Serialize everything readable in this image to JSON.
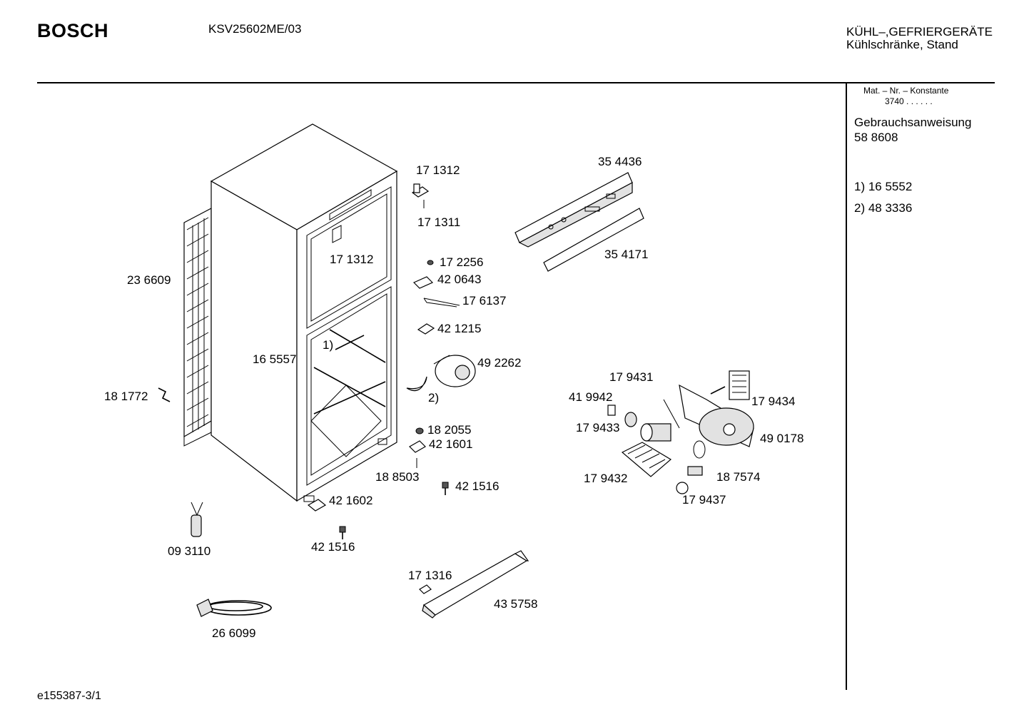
{
  "header": {
    "brand": "BOSCH",
    "model": "KSV25602ME/03",
    "category_line1": "KÜHL–,GEFRIERGERÄTE",
    "category_line2": "Kühlschränke, Stand"
  },
  "sidebar": {
    "mat_label": "Mat. – Nr. – Konstante",
    "mat_value": "3740 . .   . . . .",
    "manual_label": "Gebrauchsanweisung",
    "manual_number": "58 8608",
    "notes": [
      "1)  16 5552",
      "2)  48 3336"
    ]
  },
  "parts": [
    {
      "id": "p-171312-top",
      "label": "17 1312"
    },
    {
      "id": "p-171311",
      "label": "17 1311"
    },
    {
      "id": "p-171312-inner",
      "label": "17 1312"
    },
    {
      "id": "p-354436",
      "label": "35 4436"
    },
    {
      "id": "p-354171",
      "label": "35 4171"
    },
    {
      "id": "p-236609",
      "label": "23 6609"
    },
    {
      "id": "p-172256",
      "label": "17 2256"
    },
    {
      "id": "p-420643",
      "label": "42 0643"
    },
    {
      "id": "p-176137",
      "label": "17 6137"
    },
    {
      "id": "p-421215",
      "label": "42 1215"
    },
    {
      "id": "p-note1",
      "label": "1)"
    },
    {
      "id": "p-165557",
      "label": "16 5557"
    },
    {
      "id": "p-492262",
      "label": "49 2262"
    },
    {
      "id": "p-note2",
      "label": "2)"
    },
    {
      "id": "p-181772",
      "label": "18 1772"
    },
    {
      "id": "p-179431",
      "label": "17 9431"
    },
    {
      "id": "p-419942",
      "label": "41 9942"
    },
    {
      "id": "p-179434",
      "label": "17 9434"
    },
    {
      "id": "p-179433",
      "label": "17 9433"
    },
    {
      "id": "p-490178",
      "label": "49 0178"
    },
    {
      "id": "p-182055",
      "label": "18 2055"
    },
    {
      "id": "p-421601",
      "label": "42 1601"
    },
    {
      "id": "p-188503",
      "label": "18 8503"
    },
    {
      "id": "p-179432",
      "label": "17 9432"
    },
    {
      "id": "p-187574",
      "label": "18 7574"
    },
    {
      "id": "p-421516-a",
      "label": "42 1516"
    },
    {
      "id": "p-179437",
      "label": "17 9437"
    },
    {
      "id": "p-421602",
      "label": "42 1602"
    },
    {
      "id": "p-093110",
      "label": "09 3110"
    },
    {
      "id": "p-421516-b",
      "label": "42 1516"
    },
    {
      "id": "p-171316",
      "label": "17 1316"
    },
    {
      "id": "p-435758",
      "label": "43 5758"
    },
    {
      "id": "p-266099",
      "label": "26 6099"
    }
  ],
  "footer": {
    "drawing_id": "e155387-3/1"
  }
}
